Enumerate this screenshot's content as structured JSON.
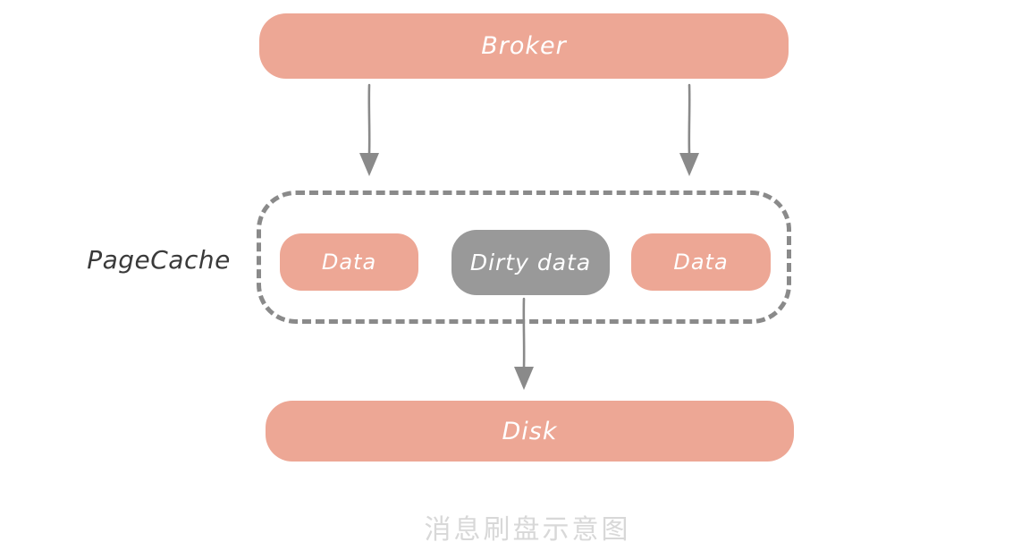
{
  "diagram": {
    "broker": {
      "label": "Broker"
    },
    "pagecache": {
      "label": "PageCache",
      "boxes": [
        {
          "label": "Data",
          "type": "data"
        },
        {
          "label": "Dirty data",
          "type": "dirty"
        },
        {
          "label": "Data",
          "type": "data"
        }
      ]
    },
    "disk": {
      "label": "Disk"
    },
    "caption": "消息刷盘示意图",
    "arrows": [
      {
        "from": "broker",
        "to": "pagecache",
        "side": "left"
      },
      {
        "from": "broker",
        "to": "pagecache",
        "side": "right"
      },
      {
        "from": "dirty-data",
        "to": "disk",
        "side": "center"
      }
    ]
  },
  "colors": {
    "bg": "#FFFFFF",
    "salmon": "#EDA795",
    "gray-box": "#999999",
    "dash-border": "#8A8A8A",
    "arrow": "#8A8A8A",
    "box-text": "#FFFFFF",
    "label-text": "#3A3A3A",
    "caption-text": "#D8D8D8"
  }
}
